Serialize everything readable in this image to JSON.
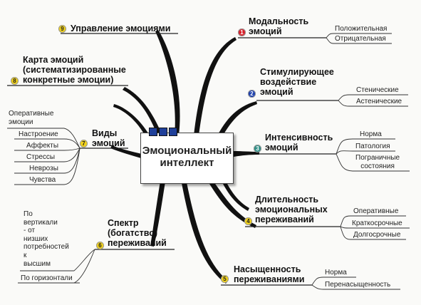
{
  "central": {
    "line1": "Эмоциональный",
    "line2": "интеллект"
  },
  "branches": {
    "b1": {
      "num": "1",
      "title": [
        "Модальность",
        "эмоций"
      ],
      "leaves": [
        "Положительная",
        "Отрицательная"
      ]
    },
    "b2": {
      "num": "2",
      "title": [
        "Стимулирующее",
        "воздействие",
        "эмоций"
      ],
      "leaves": [
        "Стенические",
        "Астенические"
      ]
    },
    "b3": {
      "num": "3",
      "title": [
        "Интенсивность",
        "эмоций"
      ],
      "leaves": [
        "Норма",
        "Патология",
        "Пограничные",
        "состояния"
      ]
    },
    "b4": {
      "num": "4",
      "title": [
        "Длительность",
        "эмоциональных",
        "переживаний"
      ],
      "leaves": [
        "Оперативные",
        "Краткосрочные",
        "Долгосрочные"
      ]
    },
    "b5": {
      "num": "5",
      "title": [
        "Насыщенность",
        "переживаниями"
      ],
      "leaves": [
        "Норма",
        "Перенасыщенность"
      ]
    },
    "b6": {
      "num": "6",
      "title": [
        "Спектр",
        "(богатство)",
        "переживаний"
      ],
      "leaves": [
        "По",
        "вертикали",
        "- от",
        "низших",
        "потребностей",
        "к",
        "высшим",
        "По горизонтали"
      ]
    },
    "b7": {
      "num": "7",
      "title": [
        "Виды",
        "эмоций"
      ],
      "leaves": [
        "Оперативные",
        "эмоции",
        "Настроение",
        "Аффекты",
        "Стрессы",
        "Неврозы",
        "Чувства"
      ]
    },
    "b8": {
      "num": "8",
      "title": [
        "Карта эмоций",
        "(систематизированные",
        "конкретные эмоции)"
      ]
    },
    "b9": {
      "num": "9",
      "title": [
        "Управление эмоциями"
      ]
    }
  }
}
